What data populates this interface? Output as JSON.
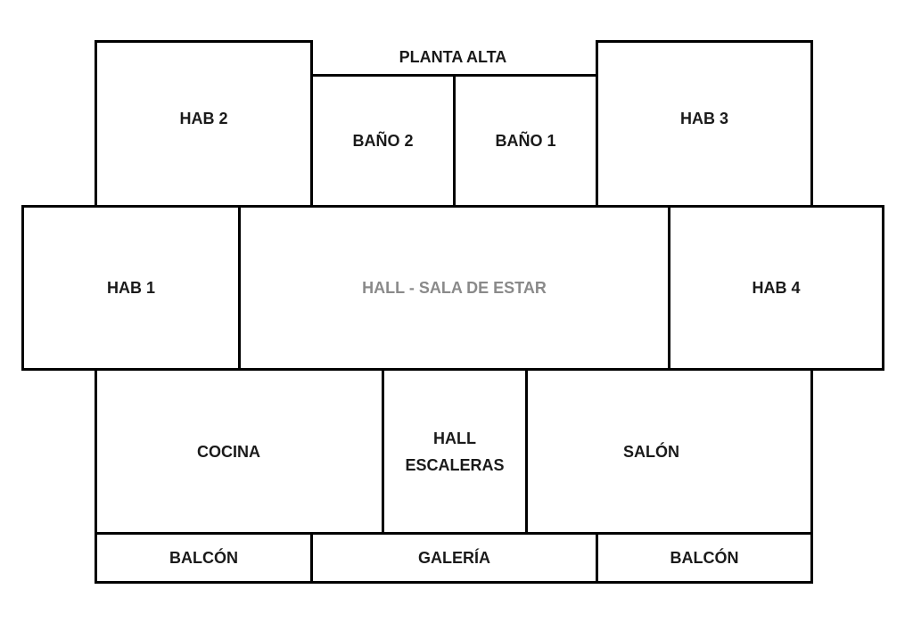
{
  "title": "PLANTA ALTA",
  "rooms": {
    "hab2": "HAB 2",
    "bano2": "BAÑO 2",
    "bano1": "BAÑO 1",
    "hab3": "HAB 3",
    "hab1": "HAB 1",
    "hall_sala": "HALL - SALA DE ESTAR",
    "hab4": "HAB 4",
    "cocina": "COCINA",
    "hall_escaleras": "HALL\nESCALERAS",
    "salon": "SALÓN",
    "balcon_left": "BALCÓN",
    "galeria": "GALERÍA",
    "balcon_right": "BALCÓN"
  },
  "colors": {
    "wall": "#000000",
    "label": "#1a1a1a",
    "faded_label": "#8a8a8a",
    "background": "#ffffff"
  }
}
